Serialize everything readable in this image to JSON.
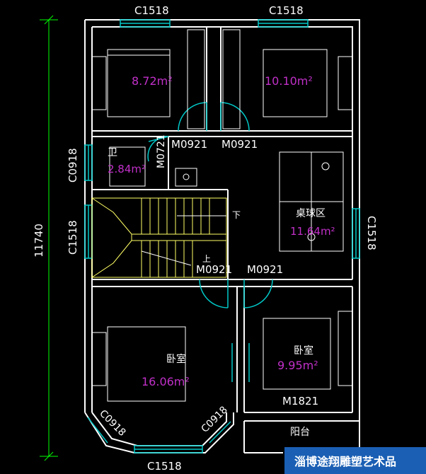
{
  "colors": {
    "background": "#000000",
    "wall": "#ffffff",
    "window": "#00c8c8",
    "door": "#00c8c8",
    "dimension": "#00ff00",
    "stair": "#ffff66",
    "area_text": "#c030c8",
    "watermark_bg": "#1a5fb4"
  },
  "dimension": {
    "total_height": "11740"
  },
  "windows": {
    "top_left": "C1518",
    "top_right": "C1518",
    "left_mid": "C0918",
    "left_stair": "C1518",
    "right_mid": "C1518",
    "bottom_left_diag": "C0918",
    "bottom_right_diag": "C0918",
    "bottom": "C1518"
  },
  "doors": {
    "d1": "M0921",
    "d2": "M0921",
    "d3": "M0721",
    "d4": "M0921",
    "d5": "M0921",
    "d6": "M1821"
  },
  "rooms": {
    "bedroom_tl_area": "8.72m²",
    "bedroom_tr_area": "10.10m²",
    "bath_name": "卫",
    "bath_area": "2.84m²",
    "table_area_name": "桌球区",
    "table_area_area": "11.64m²",
    "bedroom_bl_name": "卧室",
    "bedroom_bl_area": "16.06m²",
    "bedroom_br_name": "卧室",
    "bedroom_br_area": "9.95m²",
    "balcony_name": "阳台"
  },
  "stairs": {
    "down": "下",
    "up": "上"
  },
  "watermark": "淄博途翔雕塑艺术品"
}
